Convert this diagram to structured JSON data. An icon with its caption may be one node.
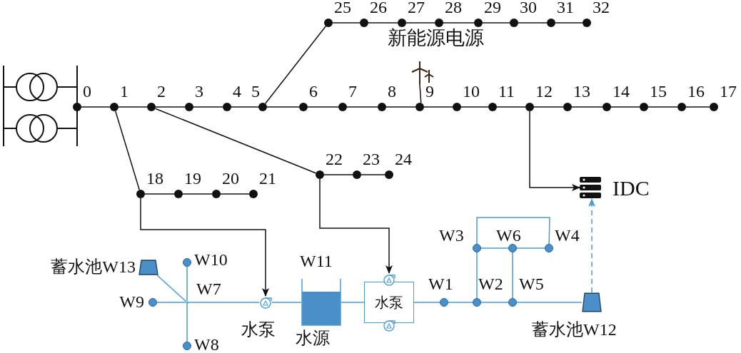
{
  "diagram": {
    "nodes": [
      {
        "text": [],
        "shape": "circle",
        "beside": [
          "0"
        ]
      },
      {
        "text": [],
        "shape": "circle",
        "beside": [
          "1"
        ]
      },
      {
        "text": [],
        "shape": "circle",
        "beside": [
          "2"
        ]
      },
      {
        "text": [],
        "shape": "circle",
        "beside": [
          "3"
        ]
      },
      {
        "text": [],
        "shape": "circle",
        "beside": [
          "4"
        ]
      },
      {
        "text": [],
        "shape": "circle",
        "beside": [
          "5"
        ]
      },
      {
        "text": [],
        "shape": "circle",
        "beside": [
          "6"
        ]
      },
      {
        "text": [],
        "shape": "circle",
        "beside": [
          "7"
        ]
      },
      {
        "text": [],
        "shape": "circle",
        "beside": [
          "8"
        ]
      },
      {
        "text": [],
        "shape": "circle",
        "beside": [
          "9"
        ]
      },
      {
        "text": [],
        "shape": "circle",
        "beside": [
          "10"
        ]
      },
      {
        "text": [],
        "shape": "circle",
        "beside": [
          "11"
        ]
      },
      {
        "text": [],
        "shape": "circle",
        "beside": [
          "12"
        ]
      },
      {
        "text": [],
        "shape": "circle",
        "beside": [
          "13"
        ]
      },
      {
        "text": [],
        "shape": "circle",
        "beside": [
          "14"
        ]
      },
      {
        "text": [],
        "shape": "circle",
        "beside": [
          "15"
        ]
      },
      {
        "text": [],
        "shape": "circle",
        "beside": [
          "16"
        ]
      },
      {
        "text": [],
        "shape": "circle",
        "beside": [
          "17"
        ]
      },
      {
        "text": [],
        "shape": "circle",
        "beside": [
          "18"
        ]
      },
      {
        "text": [],
        "shape": "circle",
        "beside": [
          "19"
        ]
      },
      {
        "text": [],
        "shape": "circle",
        "beside": [
          "20"
        ]
      },
      {
        "text": [],
        "shape": "circle",
        "beside": [
          "21"
        ]
      },
      {
        "text": [],
        "shape": "circle",
        "beside": [
          "22"
        ]
      },
      {
        "text": [],
        "shape": "circle",
        "beside": [
          "23"
        ]
      },
      {
        "text": [],
        "shape": "circle",
        "beside": [
          "24"
        ]
      },
      {
        "text": [],
        "shape": "circle",
        "beside": [
          "25"
        ]
      },
      {
        "text": [],
        "shape": "circle",
        "beside": [
          "26"
        ]
      },
      {
        "text": [],
        "shape": "circle",
        "beside": [
          "27"
        ]
      },
      {
        "text": [],
        "shape": "circle",
        "beside": [
          "28"
        ]
      },
      {
        "text": [],
        "shape": "circle",
        "beside": [
          "29"
        ]
      },
      {
        "text": [],
        "shape": "circle",
        "beside": [
          "30"
        ]
      },
      {
        "text": [],
        "shape": "circle",
        "beside": [
          "31"
        ]
      },
      {
        "text": [],
        "shape": "circle",
        "beside": [
          "32"
        ]
      },
      {
        "text": [
          "新能源电源"
        ]
      },
      {
        "text": [
          "IDC"
        ]
      },
      {
        "text": [],
        "shape": "trapezoid",
        "beside": [
          "蓄水池W13"
        ]
      },
      {
        "text": [],
        "shape": "circle",
        "beside": [
          "W10"
        ]
      },
      {
        "text": [],
        "shape": "circle",
        "beside": [
          "W9"
        ]
      },
      {
        "text": [],
        "shape": "point",
        "beside": [
          "W7"
        ]
      },
      {
        "text": [],
        "shape": "circle",
        "beside": [
          "W8"
        ]
      },
      {
        "text": [],
        "shape": "pump",
        "beside": [
          "水泵"
        ]
      },
      {
        "text": [],
        "shape": "tank",
        "beside": [
          "W11",
          "水源"
        ]
      },
      {
        "text": [
          "水泵"
        ]
      },
      {
        "text": [],
        "shape": "circle",
        "beside": [
          "W1"
        ]
      },
      {
        "text": [],
        "shape": "circle",
        "beside": [
          "W3"
        ]
      },
      {
        "text": [],
        "shape": "circle",
        "beside": [
          "W6"
        ]
      },
      {
        "text": [],
        "shape": "circle",
        "beside": [
          "W4"
        ]
      },
      {
        "text": [],
        "shape": "circle",
        "beside": [
          "W2"
        ]
      },
      {
        "text": [],
        "shape": "circle",
        "beside": [
          "W5"
        ]
      },
      {
        "text": [],
        "shape": "trapezoid",
        "beside": [
          "蓄水池W12"
        ]
      }
    ],
    "edges": [
      {
        "from": 0,
        "to": 1,
        "arrow": "none"
      },
      {
        "from": 1,
        "to": 2,
        "arrow": "none"
      },
      {
        "from": 2,
        "to": 3,
        "arrow": "none"
      },
      {
        "from": 3,
        "to": 4,
        "arrow": "none"
      },
      {
        "from": 4,
        "to": 5,
        "arrow": "none"
      },
      {
        "from": 5,
        "to": 6,
        "arrow": "none"
      },
      {
        "from": 6,
        "to": 7,
        "arrow": "none"
      },
      {
        "from": 7,
        "to": 8,
        "arrow": "none"
      },
      {
        "from": 8,
        "to": 9,
        "arrow": "none"
      },
      {
        "from": 9,
        "to": 10,
        "arrow": "none"
      },
      {
        "from": 10,
        "to": 11,
        "arrow": "none"
      },
      {
        "from": 11,
        "to": 12,
        "arrow": "none"
      },
      {
        "from": 12,
        "to": 13,
        "arrow": "none"
      },
      {
        "from": 13,
        "to": 14,
        "arrow": "none"
      },
      {
        "from": 14,
        "to": 15,
        "arrow": "none"
      },
      {
        "from": 15,
        "to": 16,
        "arrow": "none"
      },
      {
        "from": 16,
        "to": 17,
        "arrow": "none"
      },
      {
        "from": 1,
        "to": 18,
        "arrow": "none"
      },
      {
        "from": 18,
        "to": 19,
        "arrow": "none"
      },
      {
        "from": 19,
        "to": 20,
        "arrow": "none"
      },
      {
        "from": 20,
        "to": 21,
        "arrow": "none"
      },
      {
        "from": 2,
        "to": 22,
        "arrow": "none"
      },
      {
        "from": 22,
        "to": 23,
        "arrow": "none"
      },
      {
        "from": 23,
        "to": 24,
        "arrow": "none"
      },
      {
        "from": 5,
        "to": 25,
        "arrow": "none"
      },
      {
        "from": 25,
        "to": 26,
        "arrow": "none"
      },
      {
        "from": 26,
        "to": 27,
        "arrow": "none"
      },
      {
        "from": 27,
        "to": 28,
        "arrow": "none"
      },
      {
        "from": 28,
        "to": 29,
        "arrow": "none"
      },
      {
        "from": 29,
        "to": 30,
        "arrow": "none"
      },
      {
        "from": 30,
        "to": 31,
        "arrow": "none"
      },
      {
        "from": 31,
        "to": 32,
        "arrow": "none"
      },
      {
        "from": 9,
        "to": 33,
        "arrow": "none"
      },
      {
        "from": 12,
        "to": 34,
        "arrow": "to"
      },
      {
        "from": 18,
        "to": 40,
        "arrow": "to"
      },
      {
        "from": 22,
        "to": 42,
        "arrow": "to"
      },
      {
        "from": 37,
        "to": 38,
        "arrow": "none",
        "color": "#4a9ad4"
      },
      {
        "from": 36,
        "to": 38,
        "arrow": "none",
        "color": "#4a9ad4"
      },
      {
        "from": 38,
        "to": 39,
        "arrow": "none",
        "color": "#4a9ad4"
      },
      {
        "from": 35,
        "to": 38,
        "arrow": "none",
        "color": "#4a9ad4"
      },
      {
        "from": 38,
        "to": 40,
        "arrow": "none",
        "color": "#4a9ad4"
      },
      {
        "from": 40,
        "to": 41,
        "arrow": "none",
        "color": "#4a9ad4"
      },
      {
        "from": 41,
        "to": 42,
        "arrow": "none",
        "color": "#4a9ad4"
      },
      {
        "from": 42,
        "to": 43,
        "arrow": "none",
        "color": "#4a9ad4"
      },
      {
        "from": 43,
        "to": 47,
        "arrow": "none",
        "color": "#4a9ad4"
      },
      {
        "from": 47,
        "to": 48,
        "arrow": "none",
        "color": "#4a9ad4"
      },
      {
        "from": 48,
        "to": 49,
        "arrow": "none",
        "color": "#4a9ad4"
      },
      {
        "from": 47,
        "to": 44,
        "arrow": "none",
        "color": "#4a9ad4"
      },
      {
        "from": 48,
        "to": 45,
        "arrow": "none",
        "color": "#4a9ad4"
      },
      {
        "from": 44,
        "to": 45,
        "arrow": "none",
        "color": "#4a9ad4"
      },
      {
        "from": 45,
        "to": 46,
        "arrow": "none",
        "color": "#4a9ad4"
      },
      {
        "from": 44,
        "to": 46,
        "arrow": "none",
        "color": "#4a9ad4"
      },
      {
        "from": 49,
        "to": 34,
        "arrow": "to",
        "style": "dashed",
        "color": "#4a9ad4"
      }
    ]
  }
}
